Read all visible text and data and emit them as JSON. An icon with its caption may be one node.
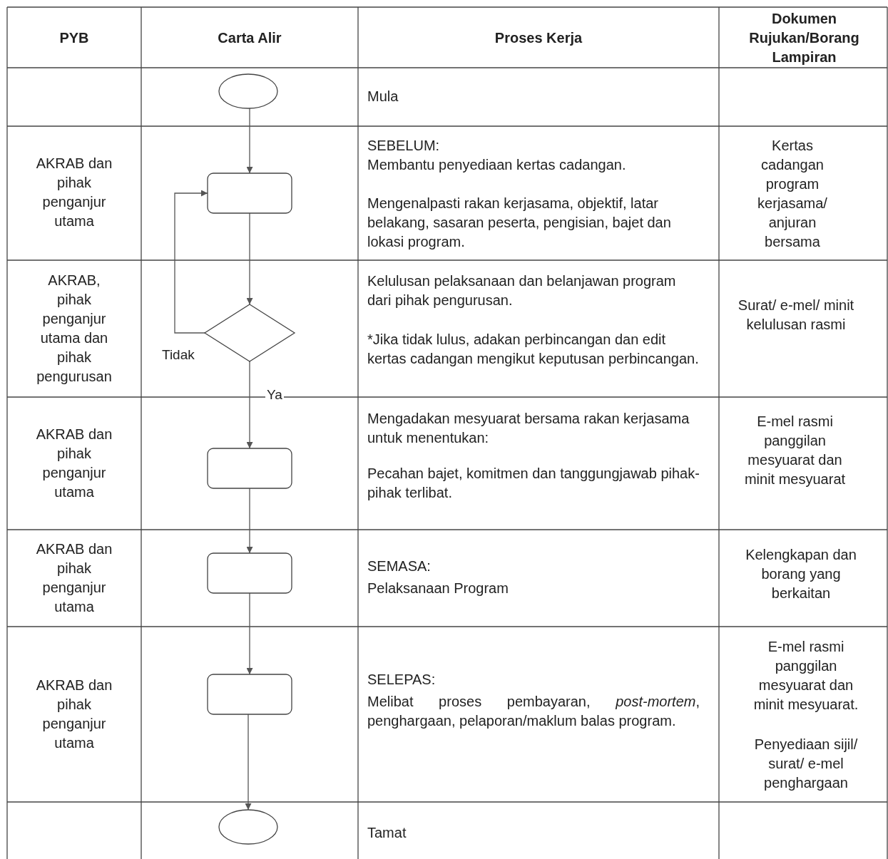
{
  "diagram": {
    "nodes": [
      {
        "text": [],
        "shape": "circle"
      },
      {
        "text": [],
        "shape": "box"
      },
      {
        "text": [],
        "shape": "diamond"
      },
      {
        "text": [],
        "shape": "box"
      },
      {
        "text": [],
        "shape": "box"
      },
      {
        "text": [],
        "shape": "box"
      },
      {
        "text": [],
        "shape": "circle"
      }
    ],
    "edges": [
      {
        "from": 0,
        "to": 1,
        "arrow": "to"
      },
      {
        "from": 1,
        "to": 2,
        "arrow": "to"
      },
      {
        "from": 2,
        "to": 1,
        "arrow": "to",
        "label": "Tidak"
      },
      {
        "from": 2,
        "to": 3,
        "arrow": "to",
        "label": "Ya"
      },
      {
        "from": 3,
        "to": 4,
        "arrow": "to"
      },
      {
        "from": 4,
        "to": 5,
        "arrow": "to"
      },
      {
        "from": 5,
        "to": 6,
        "arrow": "to"
      }
    ],
    "labels": [
      "PYB",
      "Carta Alir",
      "Proses Kerja",
      "Dokumen Rujukan/Borang Lampiran",
      "Mula",
      "AKRAB dan pihak penganjur utama",
      "SEBELUM:",
      "Membantu penyediaan kertas cadangan.",
      "Mengenalpasti rakan kerjasama, objektif, latar belakang, sasaran peserta, pengisian, bajet dan lokasi program.",
      "Kertas cadangan program kerjasama/ anjuran bersama",
      "AKRAB, pihak penganjur utama dan pihak pengurusan",
      "Kelulusan pelaksanaan dan belanjawan program dari pihak pengurusan.",
      "*Jika tidak lulus, adakan perbincangan dan edit kertas cadangan mengikut keputusan perbincangan.",
      "Surat/ e-mel/ minit kelulusan rasmi",
      "AKRAB dan pihak penganjur utama",
      "Mengadakan mesyuarat bersama rakan kerjasama untuk menentukan:",
      "Pecahan bajet, komitmen dan tanggungjawab pihak-pihak terlibat.",
      "E-mel rasmi panggilan mesyuarat dan minit mesyuarat",
      "AKRAB dan pihak penganjur utama",
      "SEMASA:",
      "Pelaksanaan Program",
      "Kelengkapan dan borang yang berkaitan",
      "AKRAB dan pihak penganjur utama",
      "SELEPAS:",
      "Melibat proses pembayaran, *post-mortem*, penghargaan, pelaporan/maklum balas program.",
      "E-mel rasmi panggilan mesyuarat dan minit mesyuarat.",
      "Penyediaan sijil/ surat/ e-mel penghargaan",
      "Tamat"
    ]
  }
}
